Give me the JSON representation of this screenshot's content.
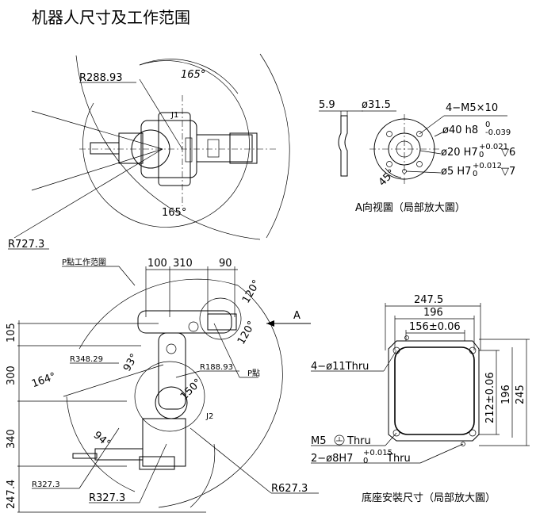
{
  "title": "机器人尺寸及工作范围",
  "top_view": {
    "radius_inner": "R288.93",
    "radius_outer": "R727.3",
    "angle_top": "165°",
    "angle_bottom": "165°",
    "joint_label": "J1"
  },
  "flange_view": {
    "dim_thickness": "5.9",
    "dim_dia": "ø31.5",
    "hole_spec": "4−M5×10",
    "dia_40": "ø40 h8",
    "dia_40_tol_upper": "0",
    "dia_40_tol_lower": "-0.039",
    "dia_20": "ø20 H7",
    "dia_20_tol_upper": "+0.021",
    "dia_20_tol_lower": "0",
    "dia_20_depth": "▽6",
    "dia_5": "ø5 H7",
    "dia_5_tol_upper": "+0.012",
    "dia_5_tol_lower": "0",
    "dia_5_depth": "▽7",
    "angle": "45°",
    "caption": "A向视圖（局部放大圖）"
  },
  "side_view": {
    "work_range_label": "P點工作范圍",
    "dim_100": "100",
    "dim_310": "310",
    "dim_90": "90",
    "angle_120_top": "120°",
    "angle_120_right": "120°",
    "arrow_label": "A",
    "v_105": "105",
    "v_300": "300",
    "v_340": "340",
    "v_247_4": "247.4",
    "angle_164": "164°",
    "r_348": "R348.29",
    "angle_93": "93°",
    "r_188": "R188.93",
    "p_point": "P點",
    "angle_150": "150°",
    "joint_j2": "J2",
    "angle_94": "94°",
    "r_327_small": "R327.3",
    "r_327_large": "R327.3",
    "r_627": "R627.3"
  },
  "base_view": {
    "w_247_5": "247.5",
    "w_196": "196",
    "w_156": "156±0.06",
    "holes_11": "4−ø11Thru",
    "h_212": "212±0.06",
    "h_196": "196",
    "h_245": "245",
    "m5": "M5",
    "thru": "Thru",
    "pin_holes": "2−ø8H7",
    "pin_tol_upper": "+0.015",
    "pin_tol_lower": "0",
    "pin_thru": "Thru",
    "caption": "底座安裝尺寸（局部放大圖）"
  }
}
